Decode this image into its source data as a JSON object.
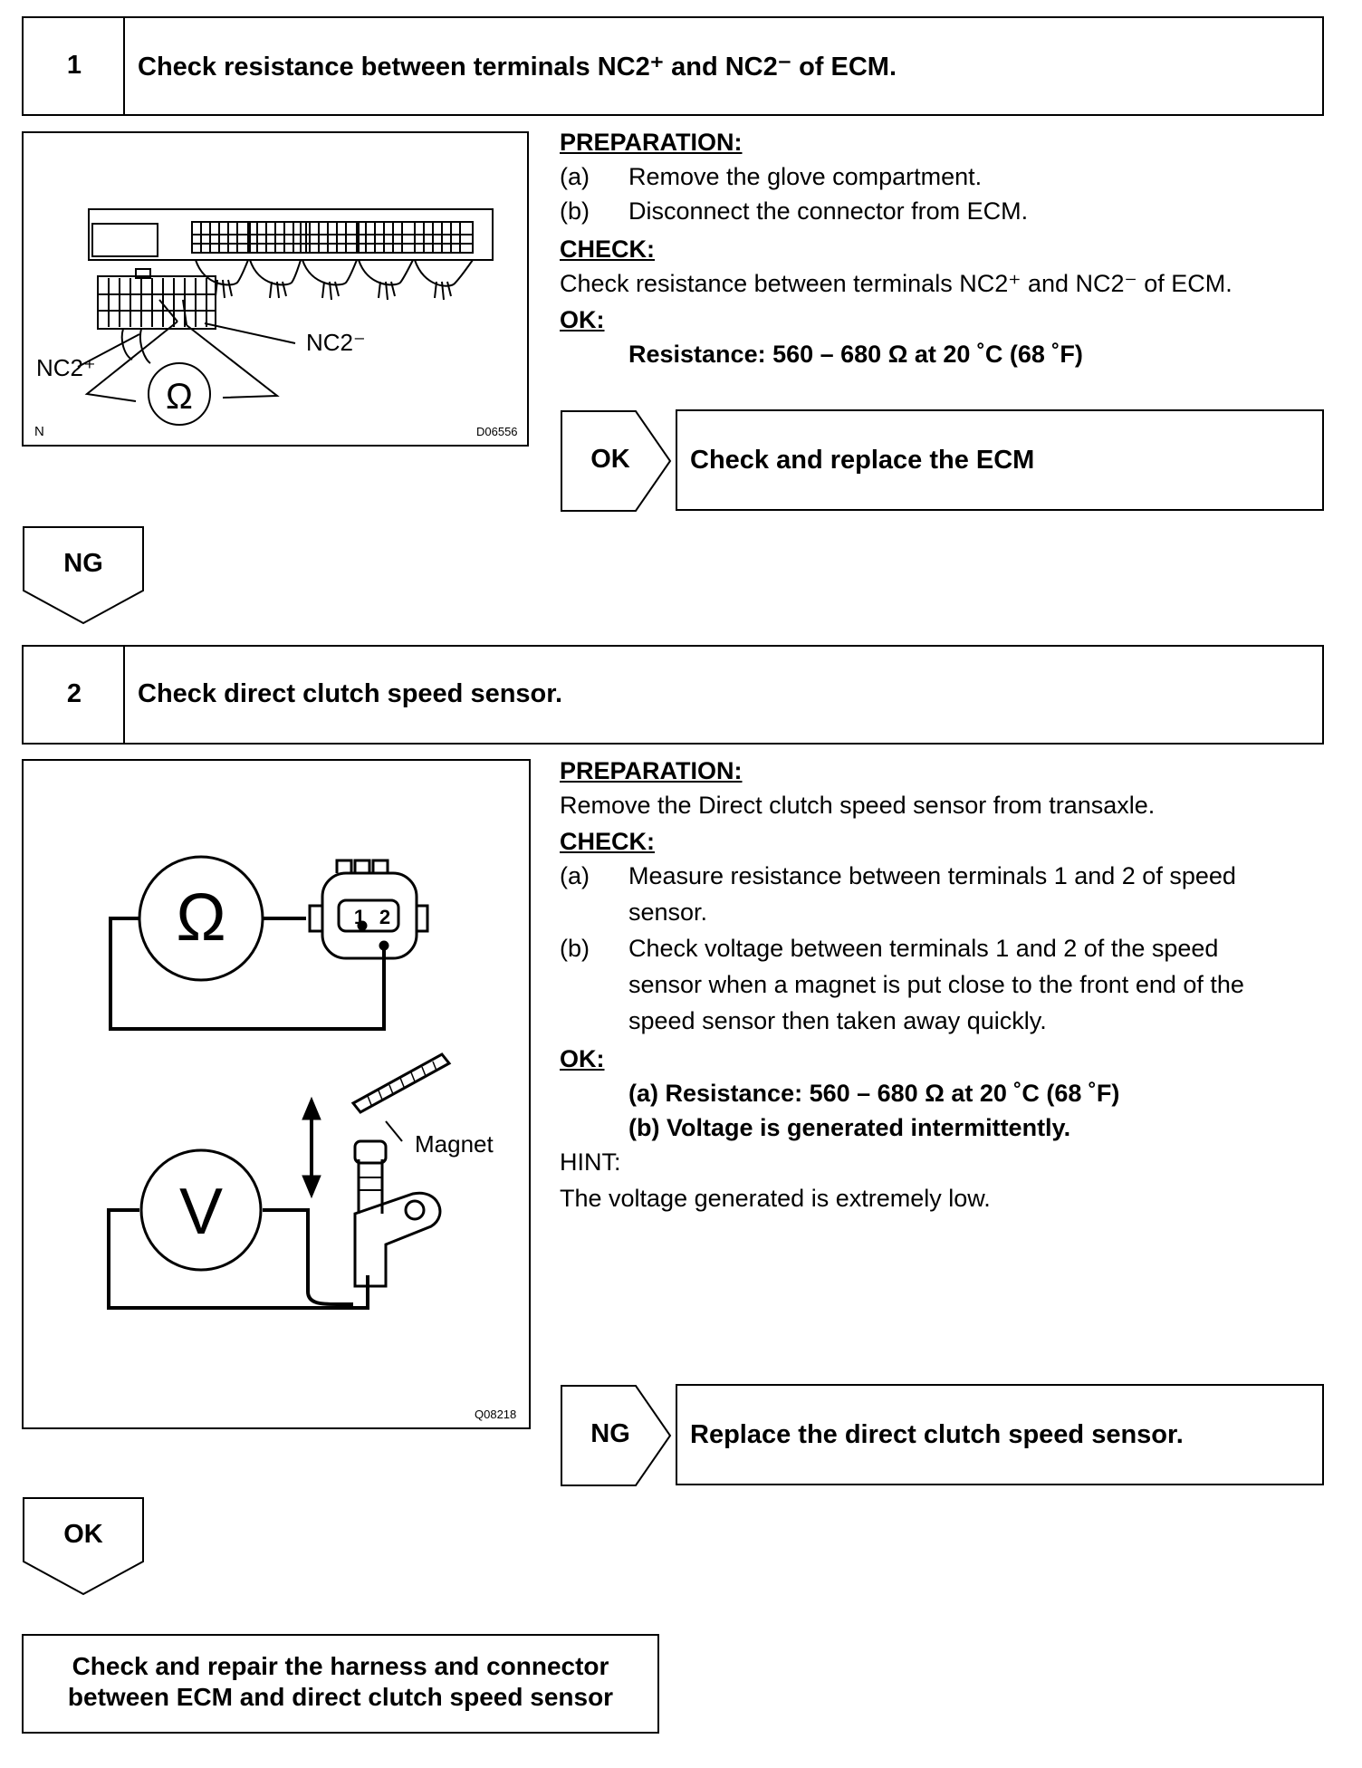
{
  "step1": {
    "number": "1",
    "title": "Check resistance between terminals NC2⁺ and NC2⁻ of ECM.",
    "preparation_heading": "PREPARATION:",
    "preparation": [
      {
        "marker": "(a)",
        "text": "Remove the glove compartment."
      },
      {
        "marker": "(b)",
        "text": "Disconnect the connector from ECM."
      }
    ],
    "check_heading": "CHECK:",
    "check_text": "Check resistance between terminals NC2⁺ and NC2⁻ of ECM.",
    "ok_heading": "OK:",
    "ok_spec": "Resistance: 560 – 680 Ω at 20 ˚C (68 ˚F)",
    "figure": {
      "label_plus": "NC2⁺",
      "label_minus": "NC2⁻",
      "meter_symbol": "Ω",
      "corner_mark": "N",
      "figure_id": "D06556"
    },
    "ok_result": {
      "label": "OK",
      "text": "Check and replace the ECM"
    },
    "ng_arrow": "NG"
  },
  "step2": {
    "number": "2",
    "title": "Check direct clutch speed sensor.",
    "preparation_heading": "PREPARATION:",
    "preparation_text": "Remove the Direct clutch speed sensor from transaxle.",
    "check_heading": "CHECK:",
    "check_items": [
      {
        "marker": "(a)",
        "lines": [
          "Measure resistance between terminals 1 and 2 of speed",
          "sensor."
        ]
      },
      {
        "marker": "(b)",
        "lines": [
          "Check voltage between terminals 1 and 2 of the speed",
          "sensor when a magnet is put close to the front end of the",
          "speed sensor then taken away quickly."
        ]
      }
    ],
    "ok_heading": "OK:",
    "ok_specs": [
      "(a) Resistance: 560 – 680 Ω at 20 ˚C (68 ˚F)",
      "(b) Voltage is generated intermittently."
    ],
    "hint_heading": "HINT:",
    "hint_text": "The voltage generated is extremely low.",
    "figure": {
      "ohm_symbol": "Ω",
      "volt_symbol": "V",
      "terminal_1": "1",
      "terminal_2": "2",
      "magnet_label": "Magnet",
      "figure_id": "Q08218"
    },
    "ng_result": {
      "label": "NG",
      "text": "Replace the direct clutch speed sensor."
    },
    "ok_arrow": "OK"
  },
  "final_box": {
    "lines": [
      "Check and repair the harness and connector",
      "between ECM and direct clutch speed sensor"
    ]
  }
}
